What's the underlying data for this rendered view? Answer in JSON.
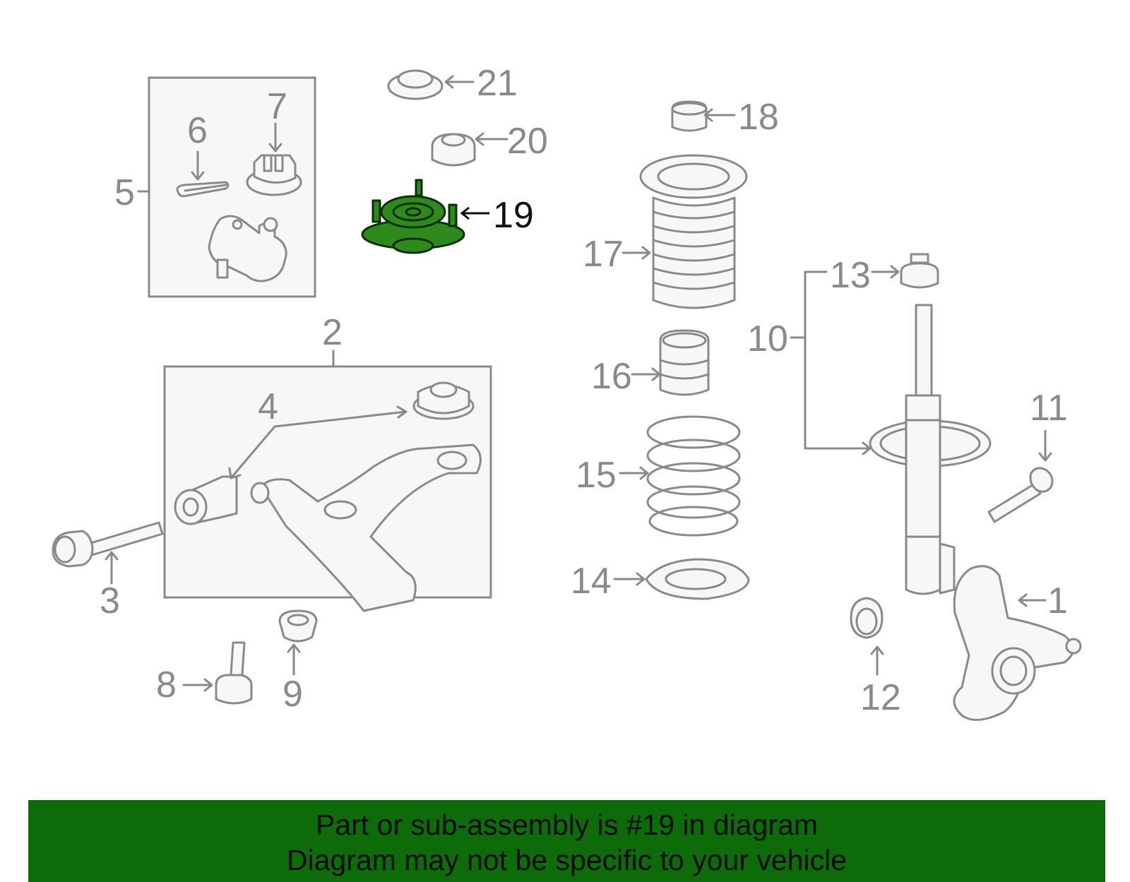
{
  "callouts": {
    "c1": "1",
    "c2": "2",
    "c3": "3",
    "c4": "4",
    "c5": "5",
    "c6": "6",
    "c7": "7",
    "c8": "8",
    "c9": "9",
    "c10": "10",
    "c11": "11",
    "c12": "12",
    "c13": "13",
    "c14": "14",
    "c15": "15",
    "c16": "16",
    "c17": "17",
    "c18": "18",
    "c19": "19",
    "c20": "20",
    "c21": "21"
  },
  "highlighted_part": "19",
  "banner": {
    "line1": "Part or sub-assembly is #19 in diagram",
    "line2": "Diagram may not be specific to your vehicle"
  },
  "colors": {
    "highlight": "#2f8a1e",
    "banner": "#0e6b0a",
    "line": "#8a8a8a"
  }
}
